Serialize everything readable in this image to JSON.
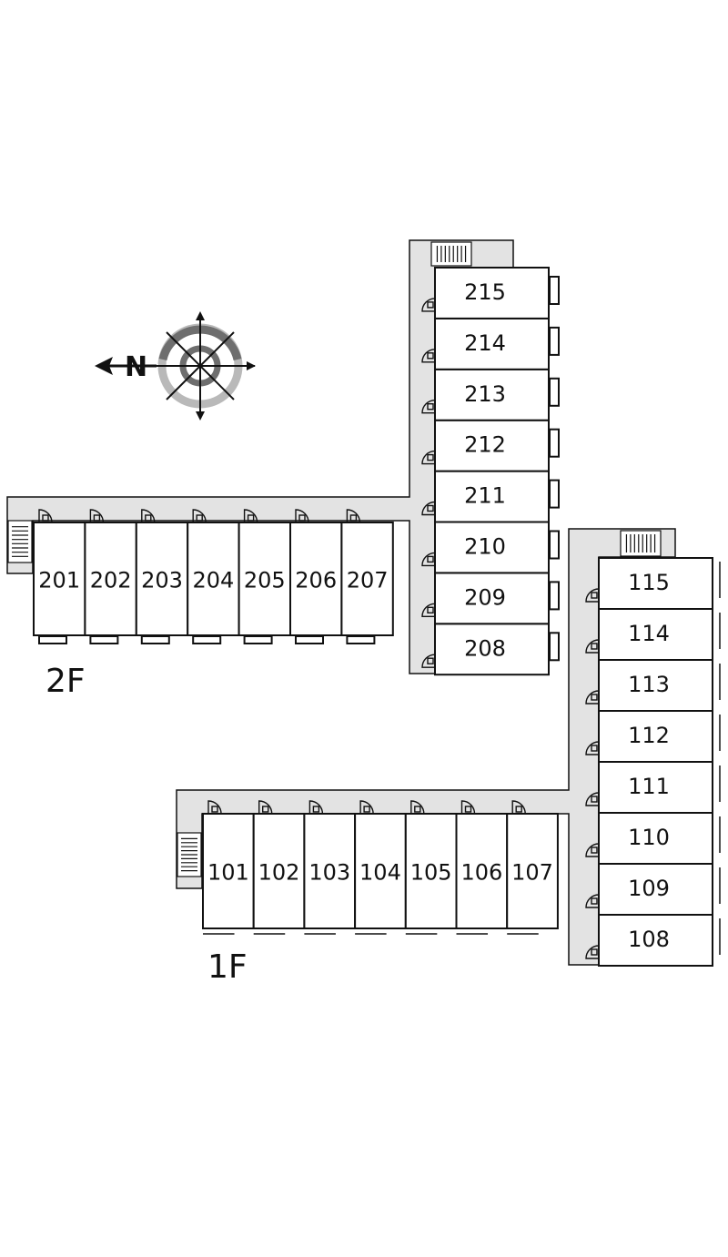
{
  "compass": {
    "label": "N"
  },
  "floors": [
    {
      "label": "2F",
      "rooms_west": [
        "201",
        "202",
        "203",
        "204",
        "205",
        "206",
        "207"
      ],
      "rooms_east": [
        "208",
        "209",
        "210",
        "211",
        "212",
        "213",
        "214",
        "215"
      ]
    },
    {
      "label": "1F",
      "rooms_west": [
        "101",
        "102",
        "103",
        "104",
        "105",
        "106",
        "107"
      ],
      "rooms_east": [
        "108",
        "109",
        "110",
        "111",
        "112",
        "113",
        "114",
        "115"
      ]
    }
  ],
  "colors": {
    "corridor": "#e3e3e3",
    "line": "#111111",
    "compass_dark": "#6e6e6e",
    "compass_light": "#b9b9b9"
  }
}
